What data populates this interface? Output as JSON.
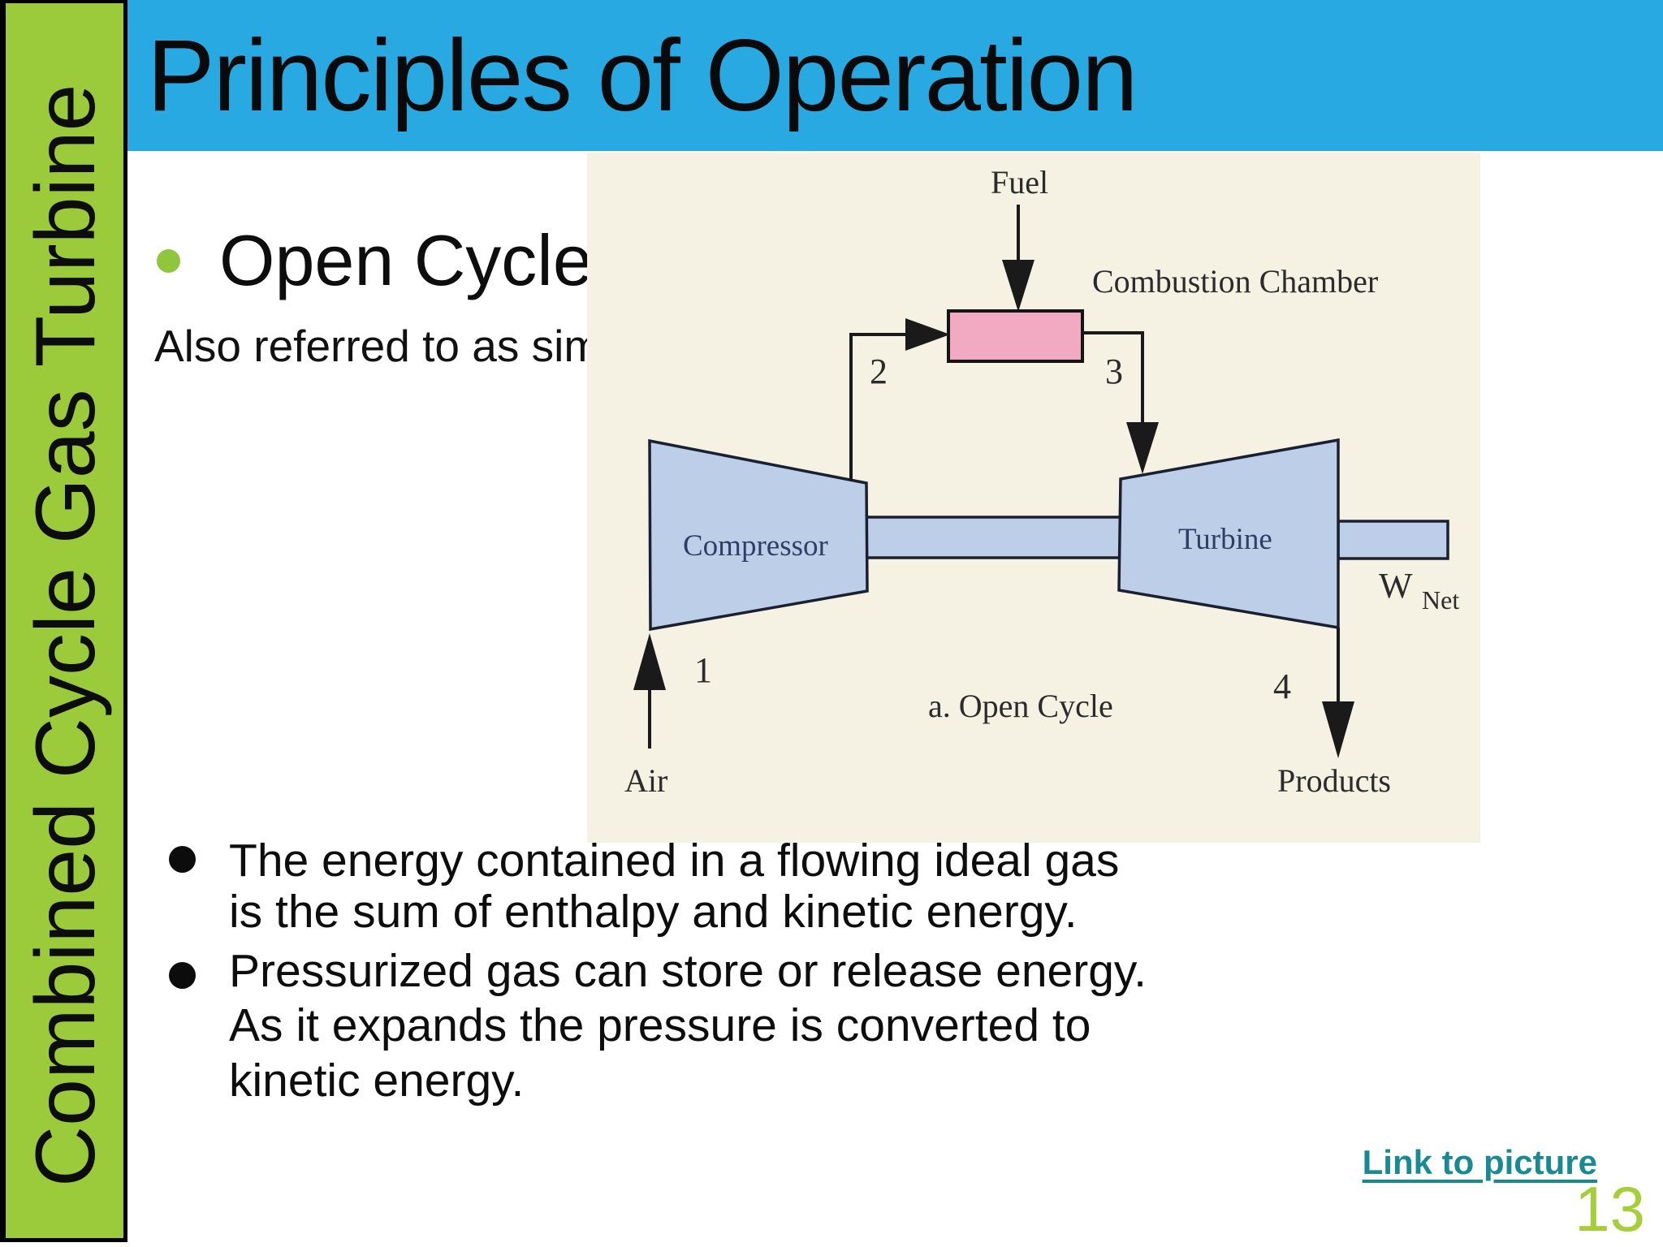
{
  "slide": {
    "sidebar": {
      "text": "Combined Cycle Gas Turbine"
    },
    "header": {
      "title": "Principles of Operation"
    },
    "heading": {
      "text": "Open Cycle"
    },
    "subheading": {
      "text": "Also referred to as simple cycle)"
    },
    "bullets": [
      {
        "lines": [
          "The energy contained in a flowing ideal gas",
          "is the sum of enthalpy and kinetic energy."
        ]
      },
      {
        "lines": [
          "Pressurized gas can store or release energy.",
          "As it expands the pressure is converted to",
          "kinetic energy."
        ]
      }
    ],
    "footer": {
      "link": "Link to picture",
      "page_number": "13"
    }
  },
  "diagram": {
    "caption": "a. Open Cycle",
    "labels": {
      "fuel": "Fuel",
      "combustion_chamber": "Combustion Chamber",
      "compressor": "Compressor",
      "turbine": "Turbine",
      "air": "Air",
      "products": "Products",
      "w": "W",
      "net": "Net",
      "node1": "1",
      "node2": "2",
      "node3": "3",
      "node4": "4"
    }
  },
  "colors": {
    "header_blue": "#29A9E1",
    "sidebar_green": "#9BCB3B",
    "bullet_green": "#8FC63E",
    "page_number_green": "#A6CE39",
    "link_teal": "#1A8A92",
    "diagram_background": "#F5F1E3",
    "component_blue": "#BDCFE8",
    "chamber_pink": "#F2A9C2"
  }
}
